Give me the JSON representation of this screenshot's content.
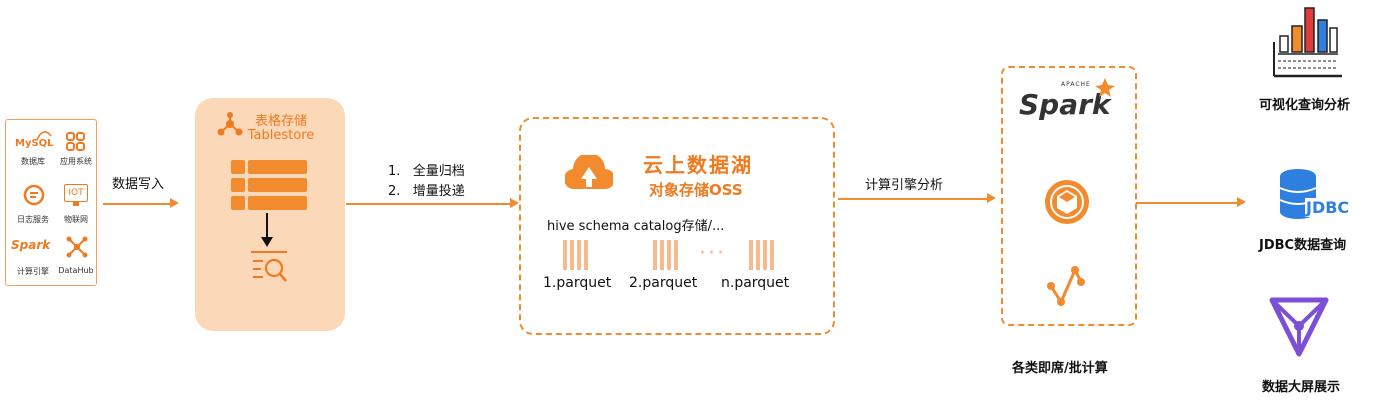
{
  "sources": {
    "items": [
      {
        "icon": "mysql-icon",
        "logo": "MySQL",
        "label": "数据库"
      },
      {
        "icon": "app-grid-icon",
        "label": "应用系统"
      },
      {
        "icon": "log-search-icon",
        "label": "日志服务"
      },
      {
        "icon": "iot-icon",
        "logo": "IOT",
        "label": "物联网"
      },
      {
        "icon": "spark-small-icon",
        "logo": "Spark",
        "label": "计算引擎"
      },
      {
        "icon": "datahub-icon",
        "label": "DataHub"
      }
    ]
  },
  "flow": {
    "write_label": "数据写入",
    "archive_steps": [
      "1.   全量归档",
      "2.   增量投递"
    ],
    "compute_label": "计算引擎分析"
  },
  "tablestore": {
    "title": "表格存储",
    "subtitle": "Tablestore"
  },
  "lake": {
    "title": "云上数据湖",
    "subtitle": "对象存储OSS",
    "catalog": "hive schema catalog存储/...",
    "files": [
      "1.parquet",
      "2.parquet",
      "n.parquet"
    ],
    "ellipsis": "···"
  },
  "engines": {
    "spark_apache": "APACHE",
    "spark_logo": "Spark",
    "caption": "各类即席/批计算"
  },
  "outputs": [
    {
      "icon": "bar-chart-icon",
      "label": "可视化查询分析"
    },
    {
      "icon": "jdbc-db-icon",
      "logo": "JDBC",
      "label": "JDBC数据查询"
    },
    {
      "icon": "dashboard-network-icon",
      "label": "数据大屏展示"
    }
  ],
  "colors": {
    "accent": "#f28a2e",
    "panel_fill": "#fbd8b8",
    "jdbc_blue": "#2e7fe0",
    "purple": "#7b4fd6"
  }
}
